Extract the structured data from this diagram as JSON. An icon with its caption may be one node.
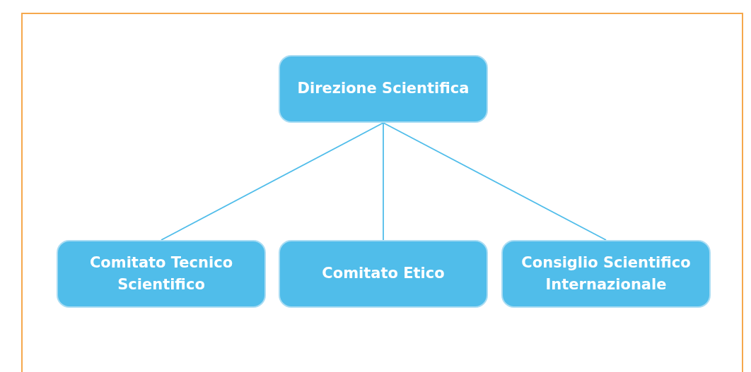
{
  "diagram": {
    "nodes": [
      {
        "text": [
          "Direzione Scientifica"
        ]
      },
      {
        "text": [
          "Comitato Tecnico Scientifico"
        ]
      },
      {
        "text": [
          "Comitato Etico"
        ]
      },
      {
        "text": [
          "Consiglio Scientifico Internazionale"
        ]
      }
    ],
    "edges": [
      {
        "from": 0,
        "to": 1,
        "arrow": "none"
      },
      {
        "from": 0,
        "to": 2,
        "arrow": "none"
      },
      {
        "from": 0,
        "to": 3,
        "arrow": "none"
      }
    ]
  }
}
